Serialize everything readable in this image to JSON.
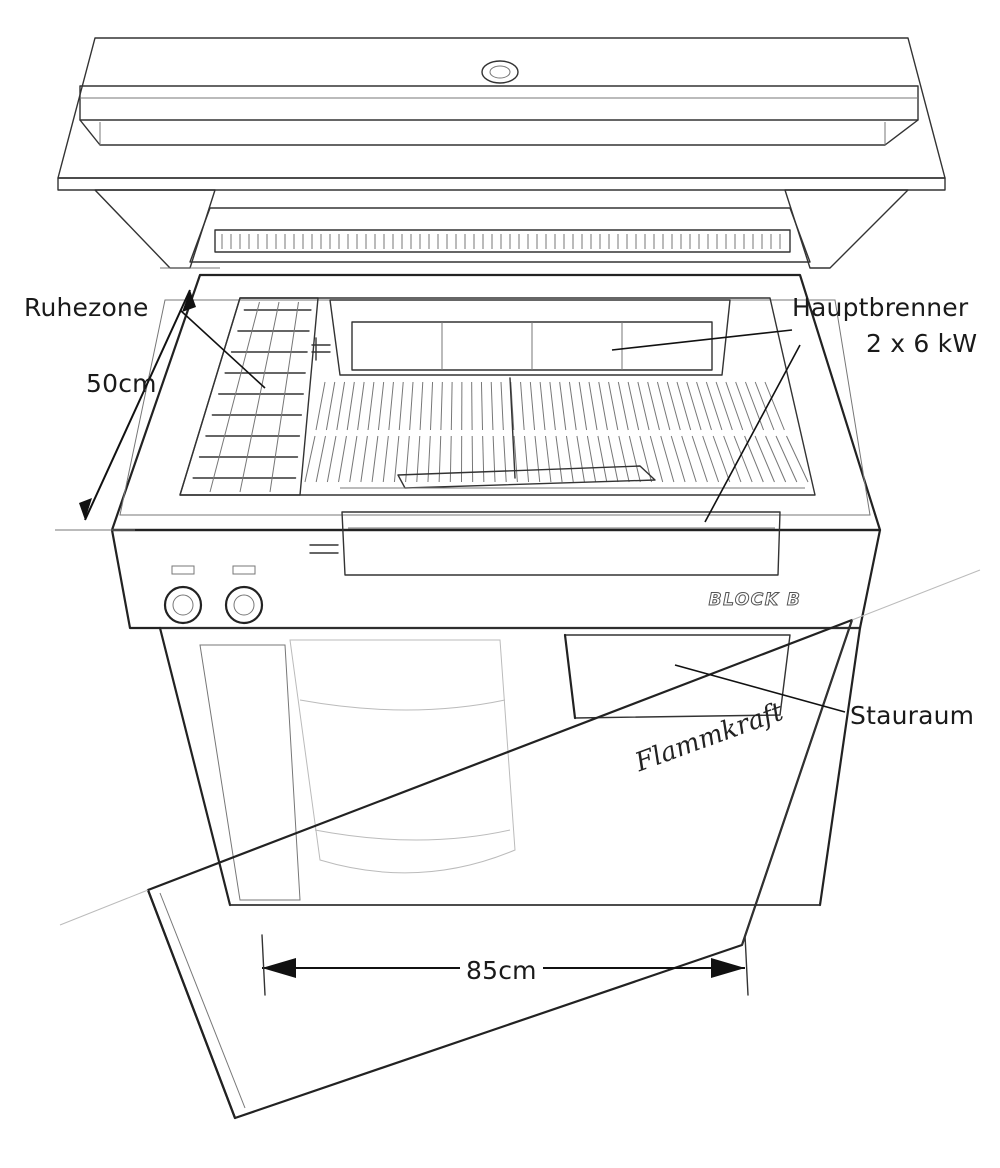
{
  "labels": {
    "ruhezone": "Ruhezone",
    "depth": "50cm",
    "main_burner": "Hauptbrenner",
    "main_burner_power": "2 x 6 kW",
    "storage": "Stauraum",
    "width": "85cm"
  },
  "branding": {
    "badge": "BLOCK B",
    "signature": "Flammkraft"
  },
  "colors": {
    "line": "#333333",
    "paper": "#ffffff",
    "shade": "#e6e6e6"
  }
}
